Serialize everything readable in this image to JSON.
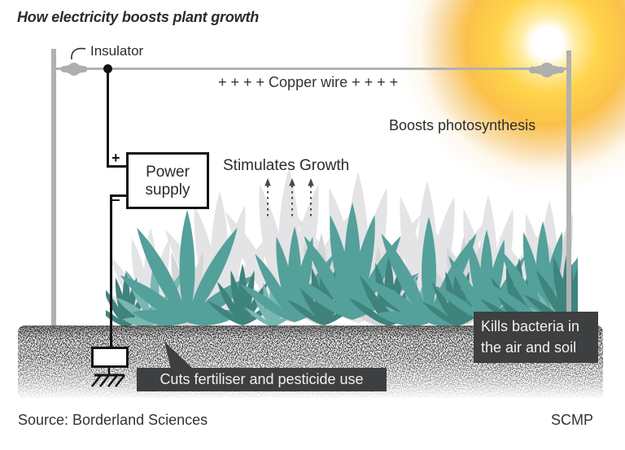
{
  "title": "How electricity boosts plant growth",
  "diagram": {
    "insulator_label": "Insulator",
    "copper_wire_label": "+ + + + Copper wire + + + +",
    "photosynthesis_label": "Boosts photosynthesis",
    "growth_label": "Stimulates Growth",
    "power_supply": {
      "line1": "Power",
      "line2": "supply",
      "plus": "+",
      "minus": "−"
    },
    "cuts_label": "Cuts fertiliser and pesticide use",
    "kills_label": {
      "line1": "Kills bacteria in",
      "line2": "the air and soil"
    }
  },
  "footer": {
    "source": "Source: Borderland Sciences",
    "credit": "SCMP"
  },
  "icons": {
    "sun": "sun-illustration",
    "insulators": "insulator-blob-icon",
    "earth": "earth-ground-icon"
  },
  "colors": {
    "text_dark": "#2b2b2b",
    "pole_gray": "#b1b1b1",
    "insulator_gray": "#aeaeae",
    "wire_black": "#141414",
    "callout_bg": "#3d3f40",
    "callout_text": "#f0f0f0",
    "sun_yellow": "#ffd44a",
    "plant_teal": "#54a09a",
    "plant_teal_dark": "#3f837d",
    "plant_teal_light": "#79b8b1",
    "plant_gray": "#e4e4e6",
    "plant_gray_dark": "#d6d6d9",
    "soil_dark": "#1b1b1b"
  }
}
